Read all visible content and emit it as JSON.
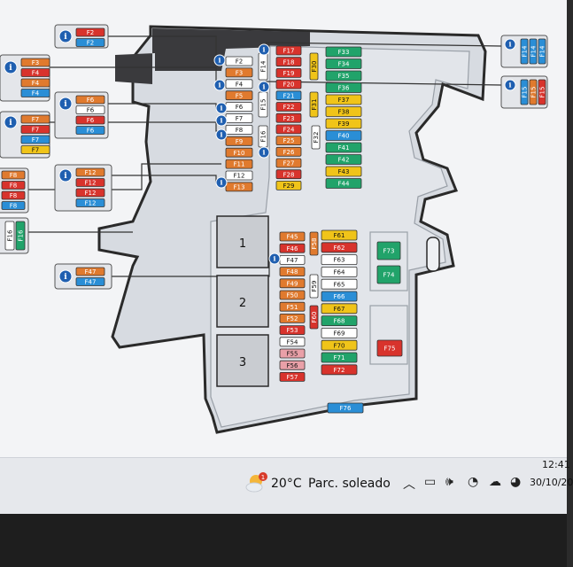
{
  "diagram": {
    "colors": {
      "orange": "#e07a2e",
      "red": "#d8332c",
      "blue": "#2a8ed6",
      "yellow": "#f0c419",
      "green": "#21a36a",
      "white": "#ffffff",
      "pink": "#e9a0a8",
      "info_blue": "#1f5fb0"
    },
    "center_fuses": [
      {
        "label": "F2",
        "color": "white"
      },
      {
        "label": "F3",
        "color": "orange"
      },
      {
        "label": "F4",
        "color": "white"
      },
      {
        "label": "F5",
        "color": "orange"
      },
      {
        "label": "F6",
        "color": "white"
      },
      {
        "label": "F7",
        "color": "white"
      },
      {
        "label": "F8",
        "color": "white"
      },
      {
        "label": "F9",
        "color": "orange"
      },
      {
        "label": "F10",
        "color": "orange"
      },
      {
        "label": "F11",
        "color": "orange"
      },
      {
        "label": "F12",
        "color": "white"
      },
      {
        "label": "F13",
        "color": "orange"
      }
    ],
    "col2_fuses": [
      {
        "label": "F17",
        "color": "red"
      },
      {
        "label": "F18",
        "color": "red"
      },
      {
        "label": "F19",
        "color": "red"
      },
      {
        "label": "F20",
        "color": "red"
      },
      {
        "label": "F21",
        "color": "blue"
      },
      {
        "label": "F22",
        "color": "red"
      },
      {
        "label": "F23",
        "color": "red"
      },
      {
        "label": "F24",
        "color": "red"
      },
      {
        "label": "F25",
        "color": "orange"
      },
      {
        "label": "F26",
        "color": "orange"
      },
      {
        "label": "F27",
        "color": "orange"
      },
      {
        "label": "F28",
        "color": "red"
      },
      {
        "label": "F29",
        "color": "yellow"
      }
    ],
    "col3_fuses": [
      {
        "label": "F33",
        "color": "green"
      },
      {
        "label": "F34",
        "color": "green"
      },
      {
        "label": "F35",
        "color": "green"
      },
      {
        "label": "F36",
        "color": "green"
      },
      {
        "label": "F37",
        "color": "yellow"
      },
      {
        "label": "F38",
        "color": "yellow"
      },
      {
        "label": "F39",
        "color": "yellow"
      },
      {
        "label": "F40",
        "color": "blue"
      },
      {
        "label": "F41",
        "color": "green"
      },
      {
        "label": "F42",
        "color": "green"
      },
      {
        "label": "F43",
        "color": "yellow"
      },
      {
        "label": "F44",
        "color": "green"
      }
    ],
    "vertical_fuses": [
      {
        "label": "F14",
        "color": "white"
      },
      {
        "label": "F15",
        "color": "white"
      },
      {
        "label": "F16",
        "color": "white"
      },
      {
        "label": "F30",
        "color": "yellow"
      },
      {
        "label": "F31",
        "color": "yellow"
      },
      {
        "label": "F32",
        "color": "white"
      }
    ],
    "lower_left_fuses": [
      {
        "label": "F45",
        "color": "orange"
      },
      {
        "label": "F46",
        "color": "red"
      },
      {
        "label": "F47",
        "color": "white"
      },
      {
        "label": "F48",
        "color": "orange"
      },
      {
        "label": "F49",
        "color": "orange"
      },
      {
        "label": "F50",
        "color": "orange"
      },
      {
        "label": "F51",
        "color": "orange"
      },
      {
        "label": "F52",
        "color": "orange"
      },
      {
        "label": "F53",
        "color": "red"
      },
      {
        "label": "F54",
        "color": "white"
      },
      {
        "label": "F55",
        "color": "pink"
      },
      {
        "label": "F56",
        "color": "pink"
      },
      {
        "label": "F57",
        "color": "red"
      }
    ],
    "lower_vertical_fuses": [
      {
        "label": "F58",
        "color": "orange"
      },
      {
        "label": "F59",
        "color": "white"
      },
      {
        "label": "F60",
        "color": "red"
      }
    ],
    "lower_right_fuses": [
      {
        "label": "F61",
        "color": "yellow"
      },
      {
        "label": "F62",
        "color": "red"
      },
      {
        "label": "F63",
        "color": "white"
      },
      {
        "label": "F64",
        "color": "white"
      },
      {
        "label": "F65",
        "color": "white"
      },
      {
        "label": "F66",
        "color": "blue"
      },
      {
        "label": "F67",
        "color": "yellow"
      },
      {
        "label": "F68",
        "color": "green"
      },
      {
        "label": "F69",
        "color": "white"
      },
      {
        "label": "F70",
        "color": "yellow"
      },
      {
        "label": "F71",
        "color": "green"
      },
      {
        "label": "F72",
        "color": "red"
      }
    ],
    "big_fuses": [
      {
        "label": "F73",
        "color": "green"
      },
      {
        "label": "F74",
        "color": "green"
      },
      {
        "label": "F75",
        "color": "red"
      },
      {
        "label": "F76",
        "color": "blue"
      }
    ],
    "relays": [
      "1",
      "2",
      "3"
    ],
    "callouts": [
      {
        "fuses": [
          {
            "label": "F2",
            "color": "red"
          },
          {
            "label": "F2",
            "color": "blue"
          }
        ]
      },
      {
        "fuses": [
          {
            "label": "F3",
            "color": "orange"
          },
          {
            "label": "F4",
            "color": "red"
          },
          {
            "label": "F4",
            "color": "orange"
          },
          {
            "label": "F4",
            "color": "blue"
          }
        ]
      },
      {
        "fuses": [
          {
            "label": "F6",
            "color": "orange"
          },
          {
            "label": "F6",
            "color": "white"
          },
          {
            "label": "F6",
            "color": "red"
          },
          {
            "label": "F6",
            "color": "blue"
          }
        ]
      },
      {
        "fuses": [
          {
            "label": "F7",
            "color": "orange"
          },
          {
            "label": "F7",
            "color": "red"
          },
          {
            "label": "F7",
            "color": "blue"
          },
          {
            "label": "F7",
            "color": "yellow"
          }
        ]
      },
      {
        "fuses": [
          {
            "label": "F12",
            "color": "orange"
          },
          {
            "label": "F12",
            "color": "red"
          },
          {
            "label": "F12",
            "color": "red"
          },
          {
            "label": "F12",
            "color": "blue"
          }
        ]
      },
      {
        "fuses": [
          {
            "label": "F47",
            "color": "orange"
          },
          {
            "label": "F47",
            "color": "blue"
          }
        ]
      }
    ],
    "left_cut_fuses": [
      {
        "label": "F8",
        "color": "orange"
      },
      {
        "label": "F8",
        "color": "red"
      },
      {
        "label": "F8",
        "color": "red"
      },
      {
        "label": "F8",
        "color": "blue"
      }
    ],
    "left_cut_vertical": [
      {
        "label": "F16",
        "color": "white"
      },
      {
        "label": "F16",
        "color": "green"
      }
    ],
    "right_callouts": [
      {
        "fuses": [
          {
            "label": "F14",
            "color": "blue"
          },
          {
            "label": "F14",
            "color": "blue"
          },
          {
            "label": "F14",
            "color": "blue"
          }
        ]
      },
      {
        "fuses": [
          {
            "label": "F15",
            "color": "blue"
          },
          {
            "label": "F15",
            "color": "orange"
          },
          {
            "label": "F15",
            "color": "red"
          }
        ]
      }
    ]
  },
  "taskbar": {
    "weather_icon": "sun-cloud-icon",
    "weather_badge": "1",
    "temperature": "20°C",
    "weather_text": "Parc. soleado",
    "tray_icons": [
      "chevron-up-icon",
      "network-icon",
      "volume-icon",
      "wifi-icon",
      "cloud-icon",
      "app-icon"
    ],
    "time": "12:41",
    "date": "30/10/20"
  }
}
